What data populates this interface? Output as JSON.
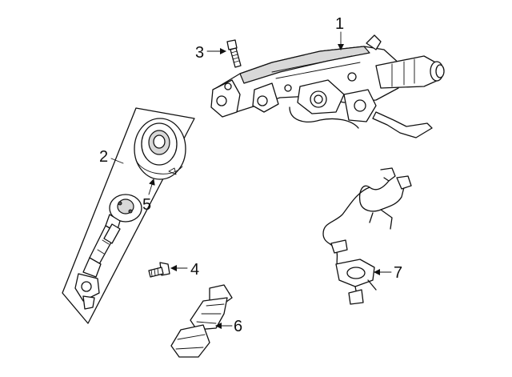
{
  "callouts": [
    {
      "id": "1",
      "label": "1"
    },
    {
      "id": "2",
      "label": "2"
    },
    {
      "id": "3",
      "label": "3"
    },
    {
      "id": "4",
      "label": "4"
    },
    {
      "id": "5",
      "label": "5"
    },
    {
      "id": "6",
      "label": "6"
    },
    {
      "id": "7",
      "label": "7"
    }
  ],
  "colors": {
    "line": "#111111",
    "shade": "#d8d8d8",
    "background": "#ffffff"
  }
}
